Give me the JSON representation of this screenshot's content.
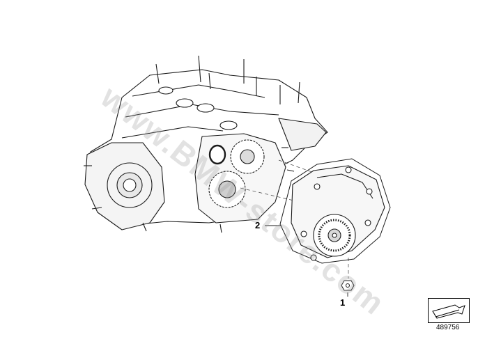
{
  "callouts": {
    "part_1": "1",
    "part_2": "2"
  },
  "watermark": "www.BMW-store.com",
  "diagram_number": "489756",
  "colors": {
    "line": "#1a1a1a",
    "shade": "#bdbdbd",
    "watermark": "#969696"
  },
  "icons": {
    "badge": "arrow-badge-icon"
  }
}
